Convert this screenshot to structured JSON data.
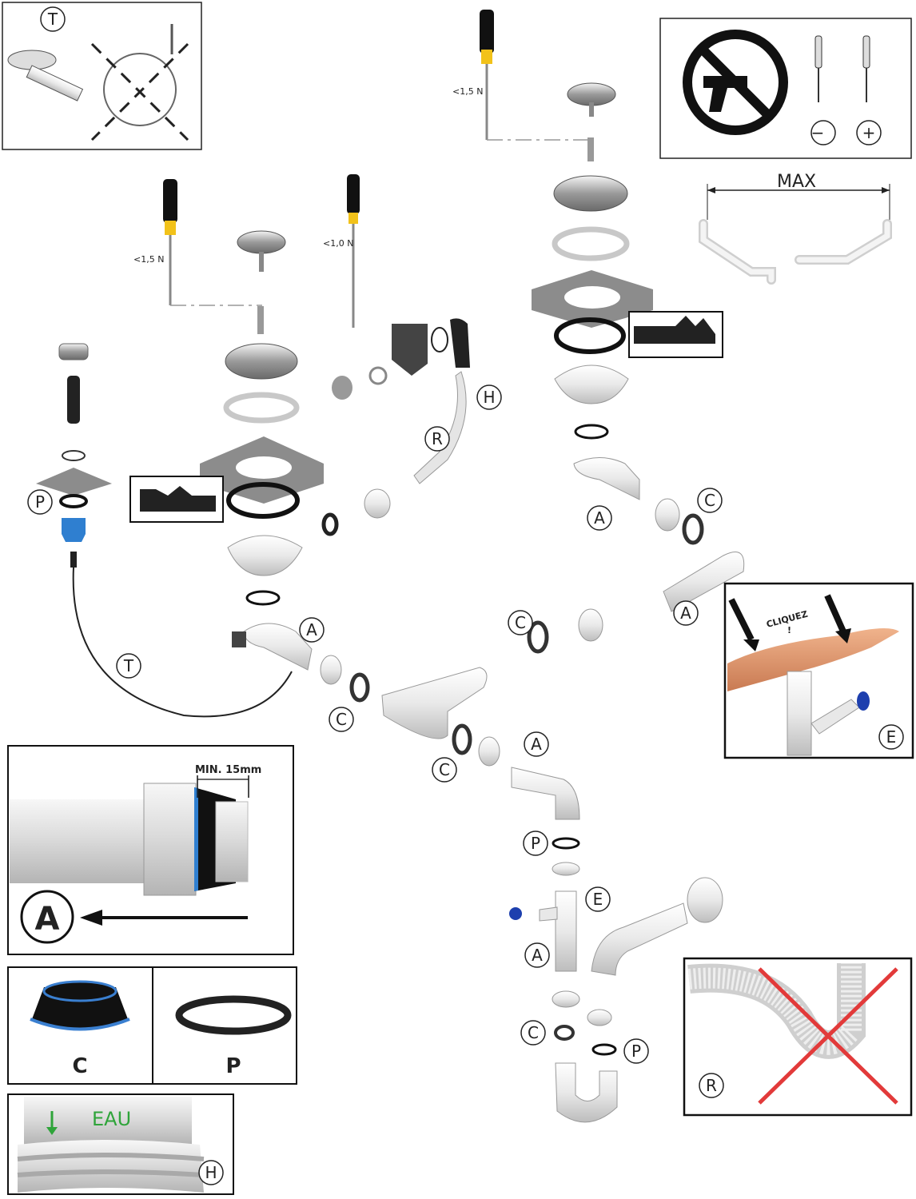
{
  "labels": {
    "T": "T",
    "P": "P",
    "A": "A",
    "C": "C",
    "E": "E",
    "R": "R",
    "H": "H"
  },
  "torque": {
    "left": "<1,5 N",
    "middle": "<1,0 N",
    "right": "<1,5 N"
  },
  "max_label": "MAX",
  "screwdriver_minus": "−",
  "screwdriver_plus": "+",
  "min_label": "MIN. 15mm",
  "panel_A_letter": "A",
  "panel_C_letter": "C",
  "panel_P_letter": "P",
  "eau_label": "EAU",
  "cliquez_label": "CLIQUEZ",
  "cliquez_mark": "!",
  "colors": {
    "blue": "#3a7fd0",
    "green": "#2fa43a",
    "red": "#e23a3a",
    "yellow": "#f2c21a",
    "gray": "#8c8c8c"
  }
}
